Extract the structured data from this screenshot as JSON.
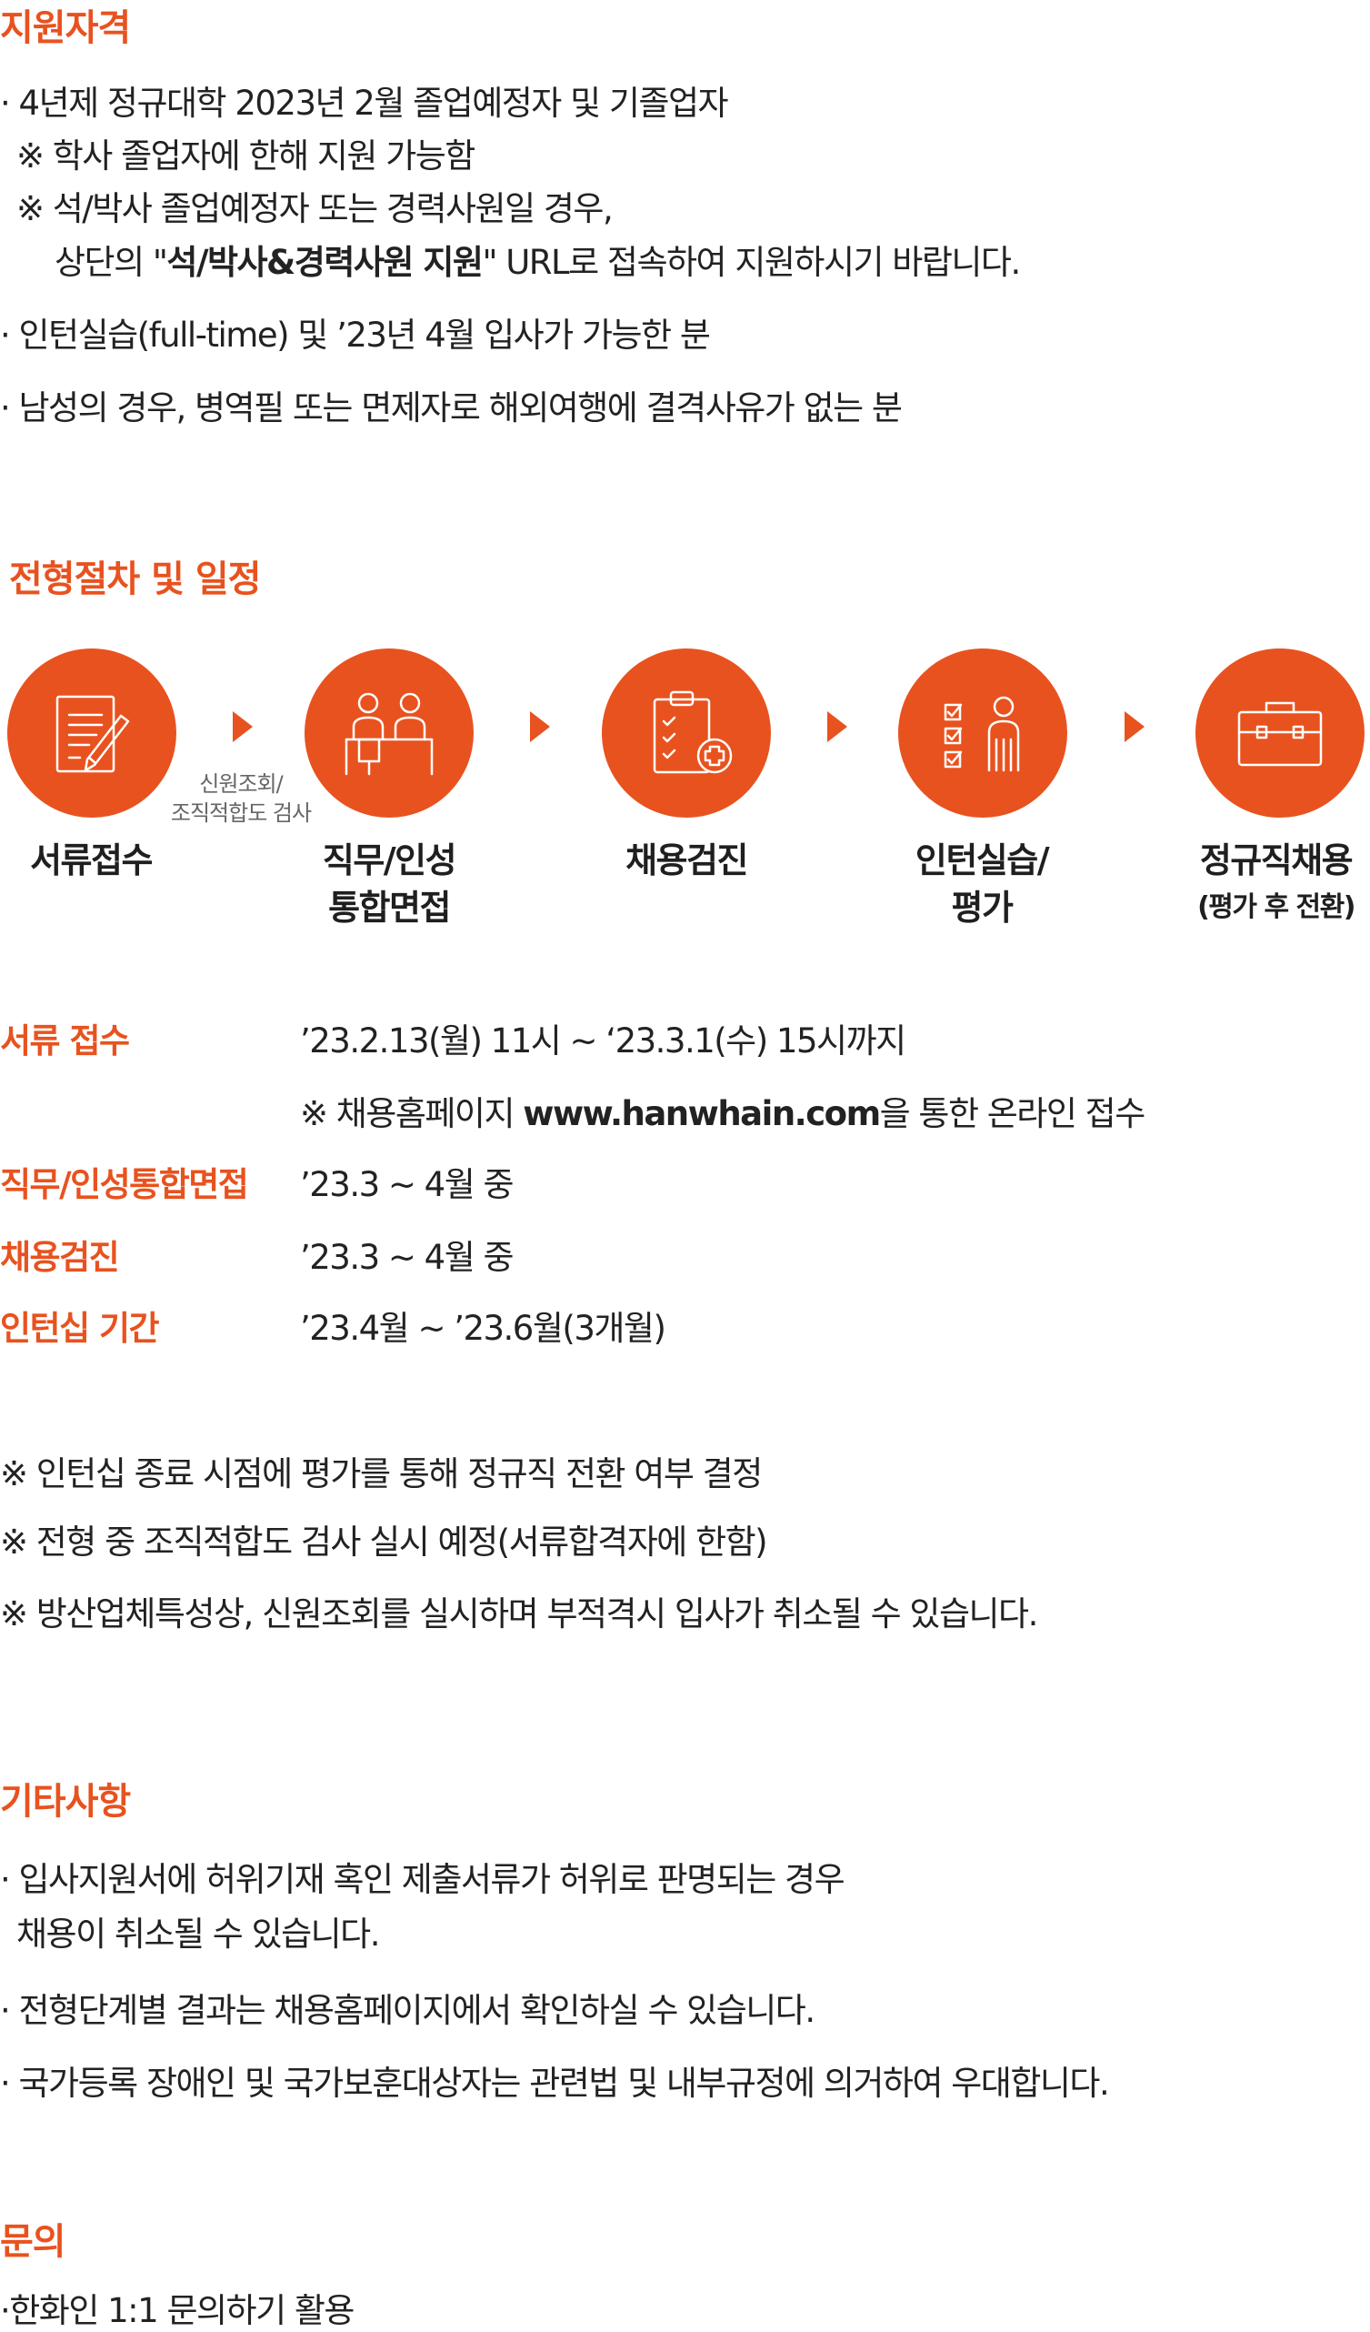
{
  "eligibility": {
    "heading": "지원자격",
    "items": [
      "· 4년제 정규대학 2023년 2월 졸업예정자 및 기졸업자",
      "※ 학사 졸업자에 한해 지원 가능함",
      "※ 석/박사 졸업예정자 또는 경력사원일 경우,",
      "· 인턴실습(full-time) 및 ’23년 4월 입사가 가능한 분",
      "· 남성의 경우, 병역필 또는 면제자로 해외여행에 결격사유가 없는 분"
    ],
    "url_line": {
      "before": "상단의 \"",
      "bold": "석/박사&경력사원 지원",
      "after": "\" URL로 접속하여 지원하시기 바랍니다."
    }
  },
  "process": {
    "heading": "전형절차 및 일정",
    "steps": [
      {
        "line1": "서류접수",
        "line2": "",
        "icon": "document-pen-icon"
      },
      {
        "line1": "직무/인성",
        "line2": "통합면접",
        "icon": "interview-icon"
      },
      {
        "line1": "채용검진",
        "line2": "",
        "icon": "medical-clipboard-icon"
      },
      {
        "line1": "인턴실습/",
        "line2": "평가",
        "icon": "checklist-person-icon"
      },
      {
        "line1": "정규직채용",
        "line2": "(평가 후 전환)",
        "icon": "briefcase-icon"
      }
    ],
    "between_note": [
      "신원조회/",
      "조직적합도 검사"
    ]
  },
  "schedule": [
    {
      "label": "서류 접수",
      "value": "’23.2.13(월) 11시 ~ ‘23.3.1(수) 15시까지"
    },
    {
      "label": "직무/인성통합면접",
      "value": "’23.3 ~ 4월 중"
    },
    {
      "label": "채용검진",
      "value": "’23.3 ~ 4월 중"
    },
    {
      "label": "인턴십 기간",
      "value": "’23.4월 ~ ’23.6월(3개월)"
    }
  ],
  "schedule_note": {
    "before": "※ 채용홈페이지 ",
    "bold": "www.hanwhain.com",
    "after": "을 통한 온라인 접수"
  },
  "notes": [
    "※ 인턴십 종료 시점에 평가를 통해 정규직 전환 여부 결정",
    "※ 전형 중 조직적합도 검사 실시 예정(서류합격자에 한함)",
    "※ 방산업체특성상, 신원조회를 실시하며 부적격시 입사가 취소될 수 있습니다."
  ],
  "misc": {
    "heading": "기타사항",
    "items": [
      "· 입사지원서에 허위기재 혹인 제출서류가 허위로 판명되는 경우",
      "채용이 취소될 수 있습니다.",
      "· 전형단계별 결과는 채용홈페이지에서 확인하실 수 있습니다.",
      "· 국가등록 장애인 및 국가보훈대상자는 관련법 및 내부규정에 의거하여 우대합니다."
    ]
  },
  "contact": {
    "heading": "문의",
    "text": "·한화인 1:1 문의하기 활용"
  },
  "colors": {
    "accent": "#e8521f",
    "text": "#222222"
  }
}
